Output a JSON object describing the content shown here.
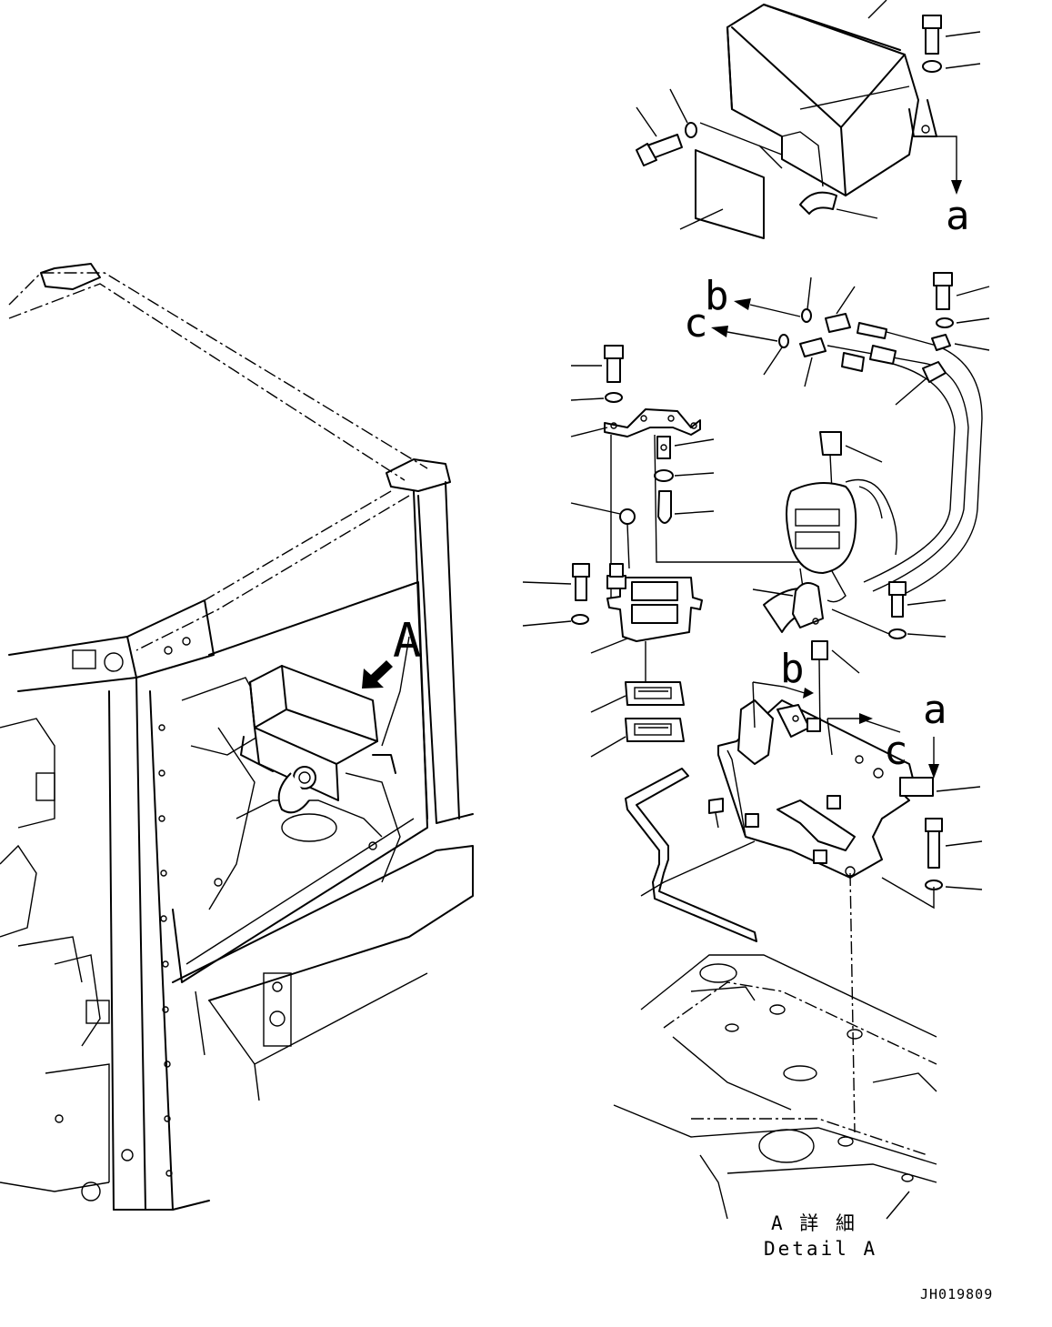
{
  "view_label": "A",
  "arrow_labels": {
    "a": "a",
    "b": "b",
    "c": "c"
  },
  "detail_caption": {
    "japanese": "A 詳 細",
    "english": "Detail A"
  },
  "drawing_code": "JH019809"
}
